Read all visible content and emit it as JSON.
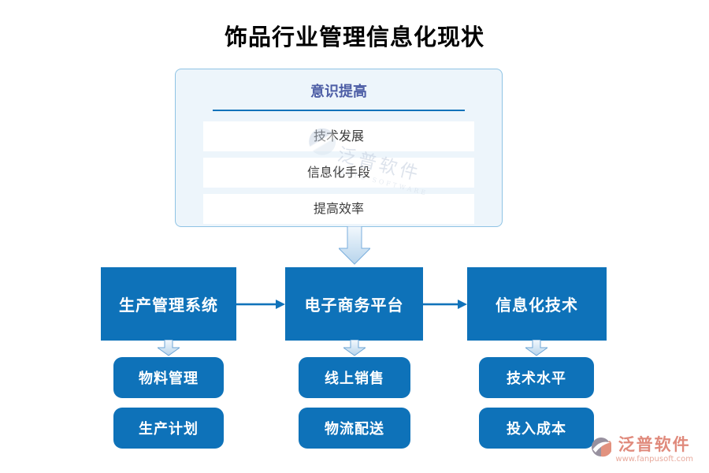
{
  "page_title": "饰品行业管理信息化现状",
  "top_panel": {
    "header": "意识提高",
    "items": [
      "技术发展",
      "信息化手段",
      "提高效率"
    ]
  },
  "flow_columns": [
    {
      "main": "生产管理系统",
      "subs": [
        "物料管理",
        "生产计划"
      ]
    },
    {
      "main": "电子商务平台",
      "subs": [
        "线上销售",
        "物流配送"
      ]
    },
    {
      "main": "信息化技术",
      "subs": [
        "技术水平",
        "投入成本"
      ]
    }
  ],
  "watermark_center": {
    "brand": "泛普软件",
    "brand_sub": "FANPU SOFTWARE"
  },
  "brand_footer": {
    "name": "泛普软件",
    "website": "www.fanpusoft.com"
  },
  "colors": {
    "primary_blue": "#0e72b9",
    "accent_line_blue": "#1173ba",
    "panel_bg": "#edf5fb",
    "panel_border": "#8fc3e4",
    "panel_header_text": "#4d5ea6",
    "panel_item_text": "#3c3c3c",
    "brand_coral": "#e08a7c"
  }
}
